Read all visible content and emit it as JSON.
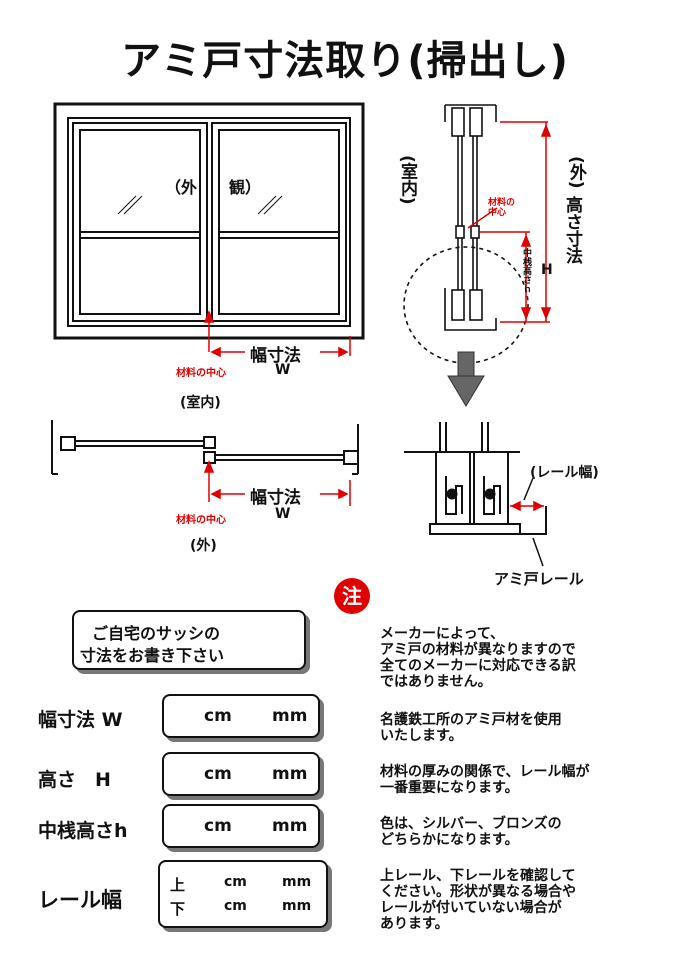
{
  "title": "アミ戸寸法取り(掃出し)",
  "window_front": {
    "exterior_label": "（外　　観）",
    "width_label": "幅寸法",
    "width_var": "W",
    "center_label": "材料の中心"
  },
  "plan_view": {
    "indoor_label": "(室内)",
    "outdoor_label": "(外)",
    "width_label": "幅寸法",
    "width_var": "W",
    "center_label": "材料の中心"
  },
  "section_view": {
    "indoor_label": "(室内)",
    "outdoor_label": "(外)",
    "height_label": "高さ寸法",
    "height_var": "H",
    "center_label": "材料の中心",
    "mullion_label": "中桟高さｈ"
  },
  "detail_view": {
    "rail_width_label": "(レール幅)",
    "screen_rail_label": "アミ戸レール"
  },
  "form": {
    "heading_line1": "ご自宅のサッシの",
    "heading_line2": "寸法をお書き下さい",
    "rows": [
      {
        "label": "幅寸法 W",
        "unit1": "cm",
        "unit2": "mm"
      },
      {
        "label": "高さ　H",
        "unit1": "cm",
        "unit2": "mm"
      },
      {
        "label": "中桟高さh",
        "unit1": "cm",
        "unit2": "mm"
      }
    ],
    "rail": {
      "label": "レール幅",
      "upper": "上",
      "lower": "下",
      "unit1": "cm",
      "unit2": "mm"
    }
  },
  "notes": {
    "badge": "注",
    "items": [
      [
        "メーカーによって、",
        "アミ戸の材料が異なりますので",
        "全てのメーカーに対応できる訳",
        "ではありません。"
      ],
      [
        "名護鉄工所のアミ戸材を使用",
        "いたします。"
      ],
      [
        "材料の厚みの関係で、レール幅が",
        "一番重要になります。"
      ],
      [
        "色は、シルバー、ブロンズの",
        "どちらかになります。"
      ],
      [
        "上レール、下レールを確認して",
        "ください。形状が異なる場合や",
        "レールが付いていない場合が",
        "あります。"
      ]
    ]
  },
  "colors": {
    "accent": "#e00000",
    "line": "#111111"
  }
}
